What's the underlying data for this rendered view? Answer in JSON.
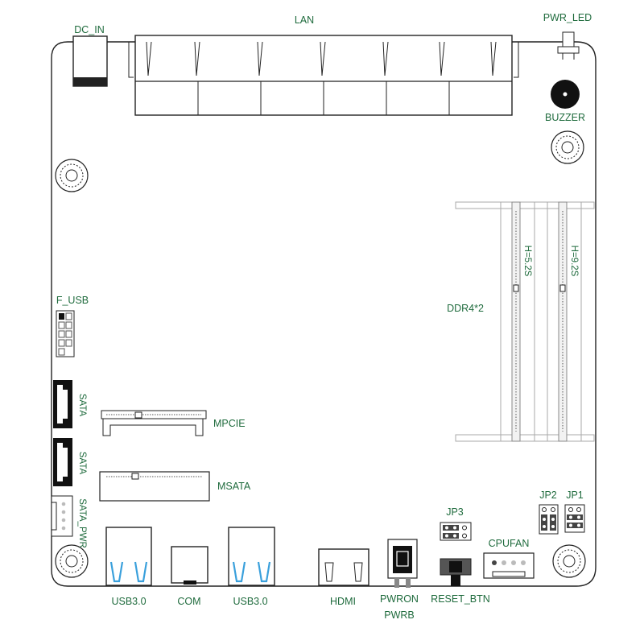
{
  "labels": {
    "dc_in": "DC_IN",
    "lan": "LAN",
    "pwr_led": "PWR_LED",
    "buzzer": "BUZZER",
    "f_usb": "F_USB",
    "sata1": "SATA",
    "sata2": "SATA",
    "sata_pwr": "SATA_PWR",
    "mpcie": "MPCIE",
    "msata": "MSATA",
    "ddr4": "DDR4*2",
    "h52": "H=5.2S",
    "h92": "H=9.2S",
    "jp1": "JP1",
    "jp2": "JP2",
    "jp3": "JP3",
    "cpufan": "CPUFAN",
    "usb30_left": "USB3.0",
    "com": "COM",
    "usb30_right": "USB3.0",
    "hdmi": "HDMI",
    "pwron": "PWRON",
    "pwrb": "PWRB",
    "reset_btn": "RESET_BTN"
  },
  "colors": {
    "label": "#1f6b3d",
    "outline": "#222222",
    "usb_accent": "#3aa0dc"
  }
}
